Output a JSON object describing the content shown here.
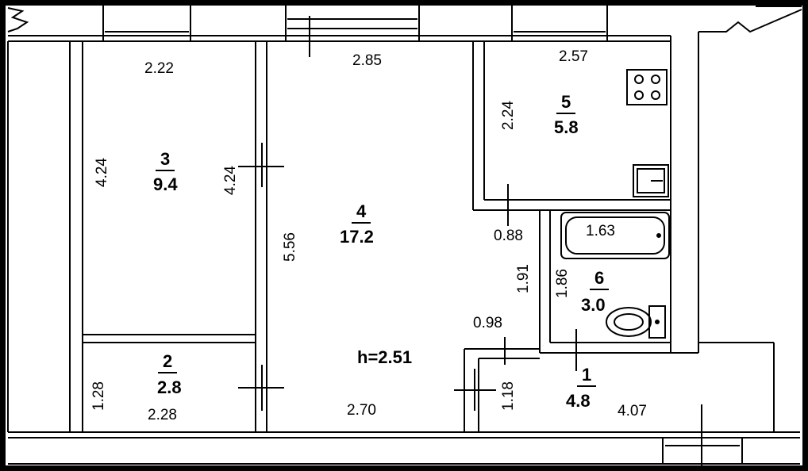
{
  "rooms": [
    {
      "number": "1",
      "area": "4.8"
    },
    {
      "number": "2",
      "area": "2.8"
    },
    {
      "number": "3",
      "area": "9.4"
    },
    {
      "number": "4",
      "area": "17.2"
    },
    {
      "number": "5",
      "area": "5.8"
    },
    {
      "number": "6",
      "area": "3.0"
    }
  ],
  "ceiling_height": "h=2.51",
  "dimensions": {
    "room3_top": "2.22",
    "room3_left": "4.24",
    "room3_right": "4.24",
    "room4_top": "2.85",
    "room4_left": "5.56",
    "room4_bottom": "2.70",
    "room5_top": "2.57",
    "room5_left": "2.24",
    "corridor_width": "0.88",
    "corridor_length": "1.91",
    "corridor_gap": "0.98",
    "bath_length": "1.63",
    "bath_room_side": "1.86",
    "room1_side": "1.18",
    "room1_length": "4.07",
    "room2_side": "1.28",
    "room2_bottom": "2.28"
  }
}
